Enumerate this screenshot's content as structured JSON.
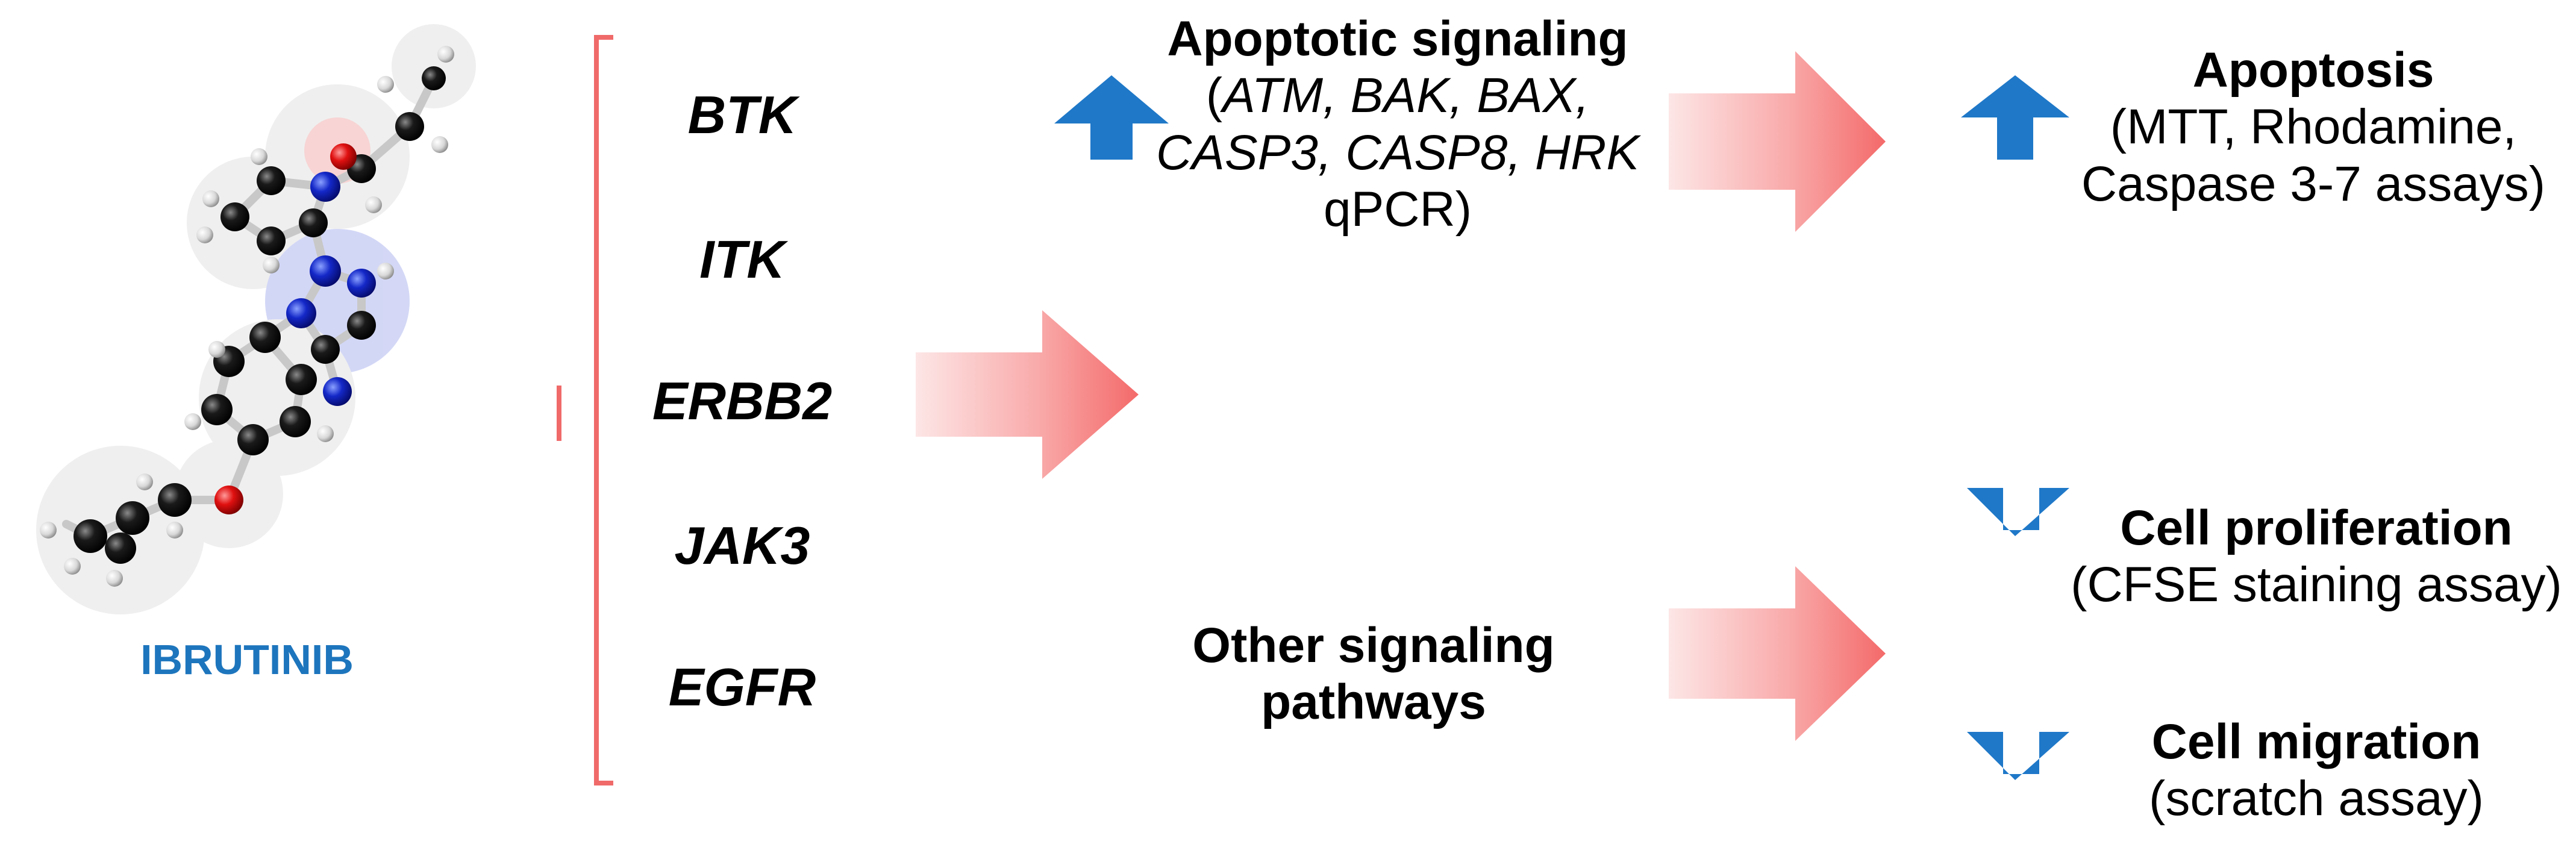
{
  "molecule": {
    "name": "IBRUTINIB"
  },
  "targets": [
    "BTK",
    "ITK",
    "ERBB2",
    "JAK3",
    "EGFR"
  ],
  "pathways": {
    "apoptotic": {
      "title": "Apoptotic signaling",
      "genes_line1_open": "(",
      "genes_line1": "ATM, BAK, BAX,",
      "genes_line2": "CASP3, CASP8, HRK",
      "method": "qPCR)"
    },
    "other": {
      "line1": "Other signaling",
      "line2": "pathways"
    }
  },
  "outcomes": {
    "apoptosis": {
      "title": "Apoptosis",
      "line1": "(MTT, Rhodamine,",
      "line2": "Caspase 3-7 assays)",
      "direction": "up"
    },
    "proliferation": {
      "title": "Cell proliferation",
      "line1": "(CFSE staining assay)",
      "direction": "down"
    },
    "migration": {
      "title": "Cell migration",
      "line1": "(scratch assay)",
      "direction": "down"
    }
  },
  "colors": {
    "bracket": "#f06a6a",
    "big_arrow": "#f47c7c",
    "small_arrow": "#1f78c8",
    "drug_label": "#1d75bd"
  }
}
